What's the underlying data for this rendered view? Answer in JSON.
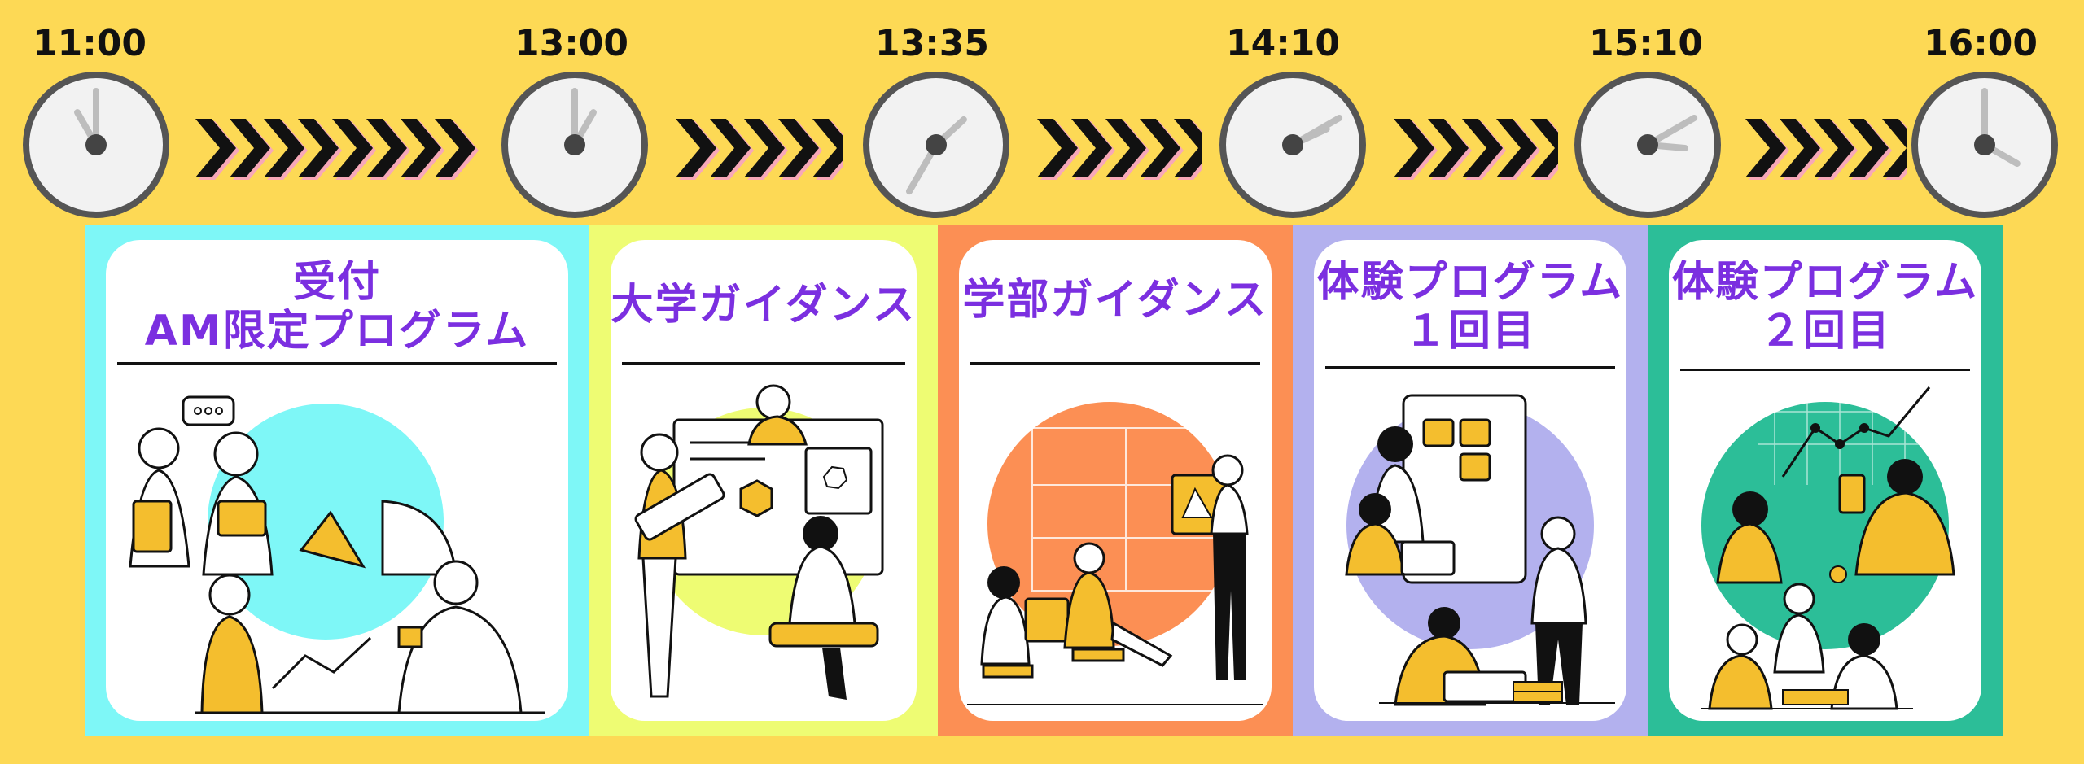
{
  "timeline": {
    "times": [
      "11:00",
      "13:00",
      "13:35",
      "14:10",
      "15:10",
      "16:00"
    ],
    "clock_hands": [
      {
        "hour": 11,
        "minute": 0
      },
      {
        "hour": 13,
        "minute": 0
      },
      {
        "hour": 13,
        "minute": 35
      },
      {
        "hour": 14,
        "minute": 10
      },
      {
        "hour": 15,
        "minute": 10
      },
      {
        "hour": 16,
        "minute": 0
      }
    ]
  },
  "sessions": [
    {
      "title_line1": "受付",
      "title_line2": "AM限定プログラム",
      "panel_color": "#7EF7F7",
      "circle_color": "#7EF7F7"
    },
    {
      "title_line1": "大学ガイダンス",
      "title_line2": "",
      "panel_color": "#EEFC73",
      "circle_color": "#EEFC73"
    },
    {
      "title_line1": "学部ガイダンス",
      "title_line2": "",
      "panel_color": "#FC8F54",
      "circle_color": "#FC8F54"
    },
    {
      "title_line1": "体験プログラム",
      "title_line2": "１回目",
      "panel_color": "#B3B1EE",
      "circle_color": "#B3B1EE"
    },
    {
      "title_line1": "体験プログラム",
      "title_line2": "２回目",
      "panel_color": "#2CBE98",
      "circle_color": "#2CBE98"
    }
  ],
  "colors": {
    "background": "#FDD955",
    "title_text": "#7B2FE0",
    "figure_fill": "#F4BE2E",
    "clock_face": "#F2F2F2",
    "clock_rim": "#555555"
  }
}
